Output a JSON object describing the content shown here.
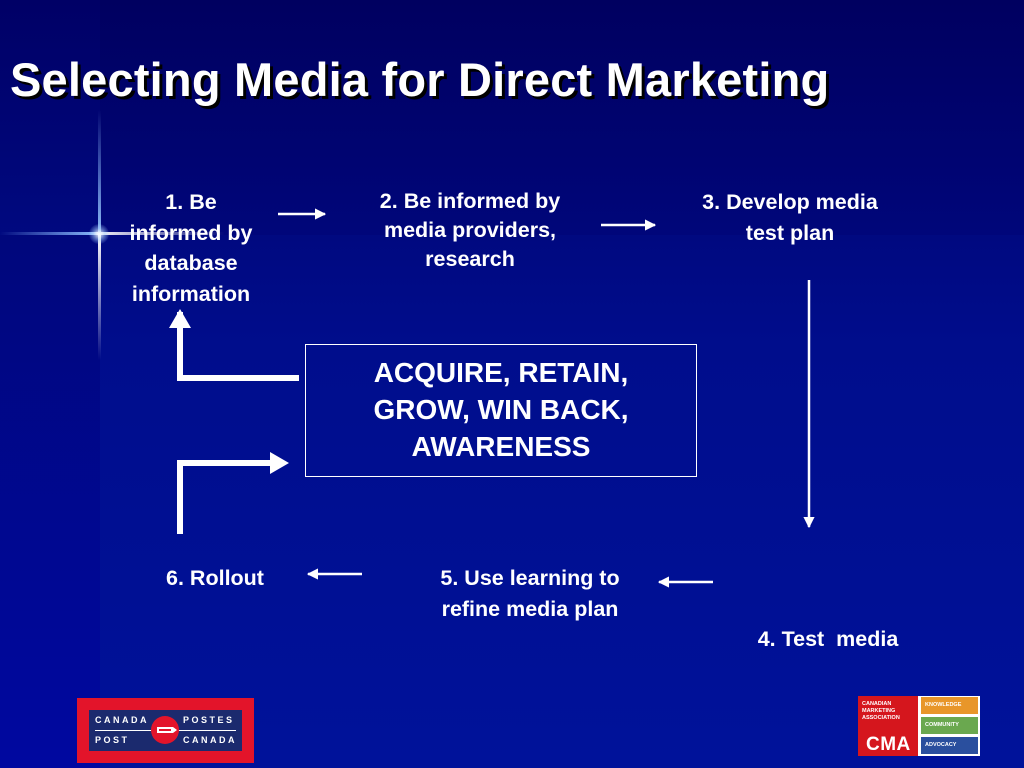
{
  "slide": {
    "title": "Selecting Media for Direct Marketing",
    "background_color": "#00007a"
  },
  "steps": [
    {
      "id": 1,
      "lines": [
        "1. Be",
        "informed by",
        "database",
        "information"
      ]
    },
    {
      "id": 2,
      "lines": [
        "2. Be informed by",
        "media providers,",
        "research"
      ]
    },
    {
      "id": 3,
      "lines": [
        "3. Develop media",
        "test plan"
      ]
    },
    {
      "id": 4,
      "lines": [
        "4. Test  media"
      ]
    },
    {
      "id": 5,
      "lines": [
        "5. Use learning to",
        "refine media plan"
      ]
    },
    {
      "id": 6,
      "lines": [
        "6. Rollout"
      ]
    }
  ],
  "center": {
    "lines": [
      "ACQUIRE, RETAIN,",
      "GROW, WIN BACK,",
      "AWARENESS"
    ]
  },
  "logos": {
    "canada_post": {
      "words": [
        "CANADA",
        "POSTES",
        "POST",
        "CANADA"
      ],
      "colors": {
        "frame": "#e3142a",
        "panel": "#1b2a6e"
      }
    },
    "cma": {
      "org_lines": [
        "CANADIAN",
        "MARKETING",
        "ASSOCIATION"
      ],
      "acronym": "CMA",
      "tags": [
        {
          "label": "KNOWLEDGE",
          "color": "#e8962a"
        },
        {
          "label": "COMMUNITY",
          "color": "#6aa84f"
        },
        {
          "label": "ADVOCACY",
          "color": "#2a4f9e"
        }
      ]
    }
  }
}
